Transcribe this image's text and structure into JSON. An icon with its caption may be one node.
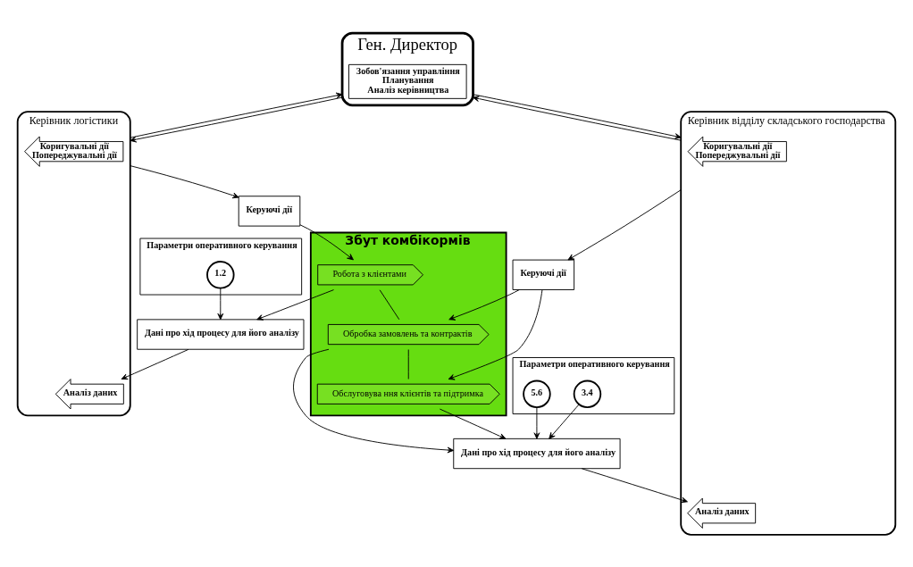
{
  "diagram": {
    "nodes": [
      {
        "text": [
          "Ген. Директор"
        ]
      },
      {
        "text": [
          "Зобов'язання управління",
          "Планування",
          "Аналіз керівництва"
        ],
        "in": 0
      },
      {
        "text": [
          "Керівник логістики"
        ]
      },
      {
        "text": [
          "Коригувальні дії",
          "Попереджувальні дії"
        ],
        "in": 2
      },
      {
        "text": [
          "Аналіз даних"
        ],
        "in": 2
      },
      {
        "text": [
          "Керівник відділу складського господарства"
        ]
      },
      {
        "text": [
          "Коригувальні дії",
          "Попереджувальні дії"
        ],
        "in": 5
      },
      {
        "text": [
          "Аналіз даних"
        ],
        "in": 5
      },
      {
        "text": [
          "Дані про хід процесу для його аналізу"
        ]
      },
      {
        "text": [
          "Дані про хід процесу для його аналізу"
        ]
      },
      {
        "text": [
          "Параметри оперативного керування"
        ]
      },
      {
        "text": [
          "1.2"
        ],
        "in": 10
      },
      {
        "text": [
          "Керуючі дії"
        ]
      },
      {
        "text": [
          "Керуючі дії"
        ]
      },
      {
        "text": [
          "Параметри оперативного керування"
        ]
      },
      {
        "text": [
          "3.4"
        ],
        "in": 14
      },
      {
        "text": [
          "5.6"
        ],
        "in": 14
      },
      {
        "text": [
          "Збут комбікормів"
        ]
      },
      {
        "text": [
          "Робота з клієнтами"
        ],
        "in": 17
      },
      {
        "text": [
          "Обробка замовлень та контрактів"
        ],
        "in": 17
      },
      {
        "text": [
          "Обслуговува ння клієнтів та підтримка"
        ],
        "in": 17
      }
    ],
    "edges": [
      {
        "from": 0,
        "to": 2,
        "arrow": "to"
      },
      {
        "from": 0,
        "to": 5,
        "arrow": "to"
      },
      {
        "from": 2,
        "to": 0,
        "arrow": "to"
      },
      {
        "from": 5,
        "to": 0,
        "arrow": "to"
      },
      {
        "from": 8,
        "to": 4,
        "arrow": "to"
      },
      {
        "from": 9,
        "to": 7,
        "arrow": "to"
      },
      {
        "from": 2,
        "to": 12,
        "arrow": "to"
      },
      {
        "from": 5,
        "to": 13,
        "arrow": "to"
      },
      {
        "from": 11,
        "to": 8,
        "arrow": "to"
      },
      {
        "from": 18,
        "to": 8,
        "arrow": "to"
      },
      {
        "from": 12,
        "to": 18,
        "arrow": "to"
      },
      {
        "from": 13,
        "to": 19,
        "arrow": "to"
      },
      {
        "from": 13,
        "to": 20,
        "arrow": "to"
      },
      {
        "from": 15,
        "to": 9,
        "arrow": "to"
      },
      {
        "from": 16,
        "to": 9,
        "arrow": "to"
      },
      {
        "from": 19,
        "to": 9,
        "arrow": "to"
      },
      {
        "from": 20,
        "to": 9,
        "arrow": "to"
      },
      {
        "from": 18,
        "to": 19,
        "arrow": "none"
      },
      {
        "from": 19,
        "to": 20,
        "arrow": "none"
      }
    ]
  }
}
